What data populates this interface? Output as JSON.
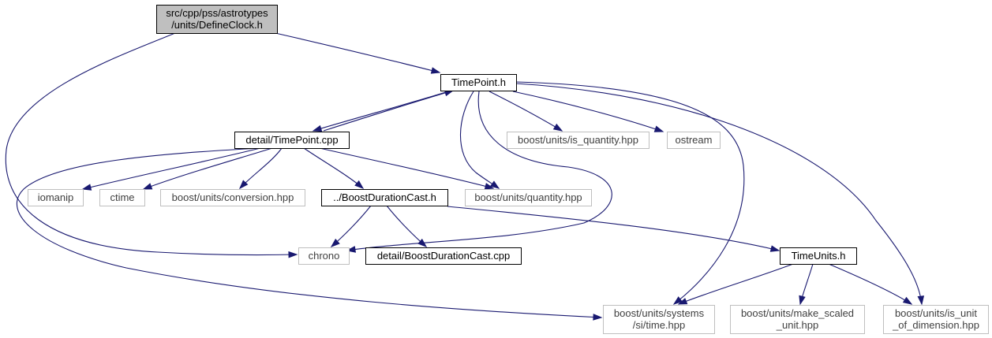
{
  "colors": {
    "edge": "#191970",
    "root_fill": "#bfbfbf",
    "documented_border": "#000000",
    "external_border": "#bfbfbf",
    "external_text": "#404040",
    "text": "#000000"
  },
  "nodes": [
    {
      "id": "defineclock",
      "lines": [
        "src/cpp/pss/astrotypes",
        "/units/DefineClock.h"
      ],
      "style": "root"
    },
    {
      "id": "timepoint_h",
      "lines": [
        "TimePoint.h"
      ],
      "style": "documented"
    },
    {
      "id": "detail_timepoint_cpp",
      "lines": [
        "detail/TimePoint.cpp"
      ],
      "style": "documented"
    },
    {
      "id": "is_quantity",
      "lines": [
        "boost/units/is_quantity.hpp"
      ],
      "style": "external"
    },
    {
      "id": "ostream",
      "lines": [
        "ostream"
      ],
      "style": "external"
    },
    {
      "id": "iomanip",
      "lines": [
        "iomanip"
      ],
      "style": "external"
    },
    {
      "id": "ctime",
      "lines": [
        "ctime"
      ],
      "style": "external"
    },
    {
      "id": "conversion",
      "lines": [
        "boost/units/conversion.hpp"
      ],
      "style": "external"
    },
    {
      "id": "boostdurationcast_h",
      "lines": [
        "../BoostDurationCast.h"
      ],
      "style": "documented"
    },
    {
      "id": "quantity",
      "lines": [
        "boost/units/quantity.hpp"
      ],
      "style": "external"
    },
    {
      "id": "chrono",
      "lines": [
        "chrono"
      ],
      "style": "external"
    },
    {
      "id": "detail_boostdurationcast_cpp",
      "lines": [
        "detail/BoostDurationCast.cpp"
      ],
      "style": "documented"
    },
    {
      "id": "timeunits_h",
      "lines": [
        "TimeUnits.h"
      ],
      "style": "documented"
    },
    {
      "id": "si_time",
      "lines": [
        "boost/units/systems",
        "/si/time.hpp"
      ],
      "style": "external"
    },
    {
      "id": "make_scaled_unit",
      "lines": [
        "boost/units/make_scaled",
        "_unit.hpp"
      ],
      "style": "external"
    },
    {
      "id": "is_unit_of_dimension",
      "lines": [
        "boost/units/is_unit",
        "_of_dimension.hpp"
      ],
      "style": "external"
    }
  ],
  "edges": [
    {
      "from": "defineclock",
      "to": "timepoint_h"
    },
    {
      "from": "defineclock",
      "to": "chrono"
    },
    {
      "from": "timepoint_h",
      "to": "detail_timepoint_cpp"
    },
    {
      "from": "timepoint_h",
      "to": "is_quantity"
    },
    {
      "from": "timepoint_h",
      "to": "ostream"
    },
    {
      "from": "timepoint_h",
      "to": "quantity"
    },
    {
      "from": "timepoint_h",
      "to": "chrono"
    },
    {
      "from": "timepoint_h",
      "to": "si_time"
    },
    {
      "from": "timepoint_h",
      "to": "is_unit_of_dimension"
    },
    {
      "from": "detail_timepoint_cpp",
      "to": "timepoint_h"
    },
    {
      "from": "detail_timepoint_cpp",
      "to": "iomanip"
    },
    {
      "from": "detail_timepoint_cpp",
      "to": "ctime"
    },
    {
      "from": "detail_timepoint_cpp",
      "to": "conversion"
    },
    {
      "from": "detail_timepoint_cpp",
      "to": "boostdurationcast_h"
    },
    {
      "from": "detail_timepoint_cpp",
      "to": "quantity"
    },
    {
      "from": "detail_timepoint_cpp",
      "to": "si_time"
    },
    {
      "from": "boostdurationcast_h",
      "to": "chrono"
    },
    {
      "from": "boostdurationcast_h",
      "to": "detail_boostdurationcast_cpp"
    },
    {
      "from": "boostdurationcast_h",
      "to": "timeunits_h"
    },
    {
      "from": "timeunits_h",
      "to": "si_time"
    },
    {
      "from": "timeunits_h",
      "to": "make_scaled_unit"
    },
    {
      "from": "timeunits_h",
      "to": "is_unit_of_dimension"
    }
  ]
}
